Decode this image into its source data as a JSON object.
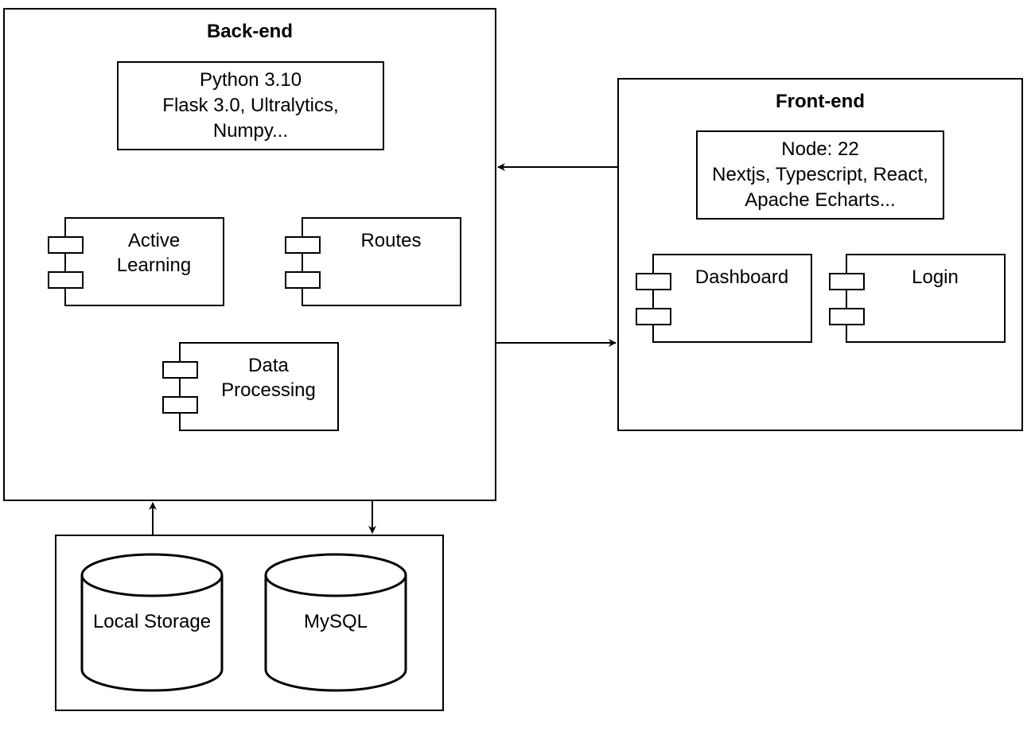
{
  "backend": {
    "title": "Back-end",
    "tech_lines": [
      "Python 3.10",
      "Flask 3.0, Ultralytics,",
      "Numpy..."
    ],
    "components": {
      "active_learning": [
        "Active",
        "Learning"
      ],
      "routes": "Routes",
      "data_processing": [
        "Data",
        "Processing"
      ]
    }
  },
  "frontend": {
    "title": "Front-end",
    "tech_lines": [
      "Node: 22",
      "Nextjs, Typescript, React,",
      "Apache Echarts..."
    ],
    "components": {
      "dashboard": "Dashboard",
      "login": "Login"
    }
  },
  "storage": {
    "local": "Local Storage",
    "mysql": "MySQL"
  },
  "colors": {
    "stroke": "#000000",
    "background": "#ffffff"
  }
}
